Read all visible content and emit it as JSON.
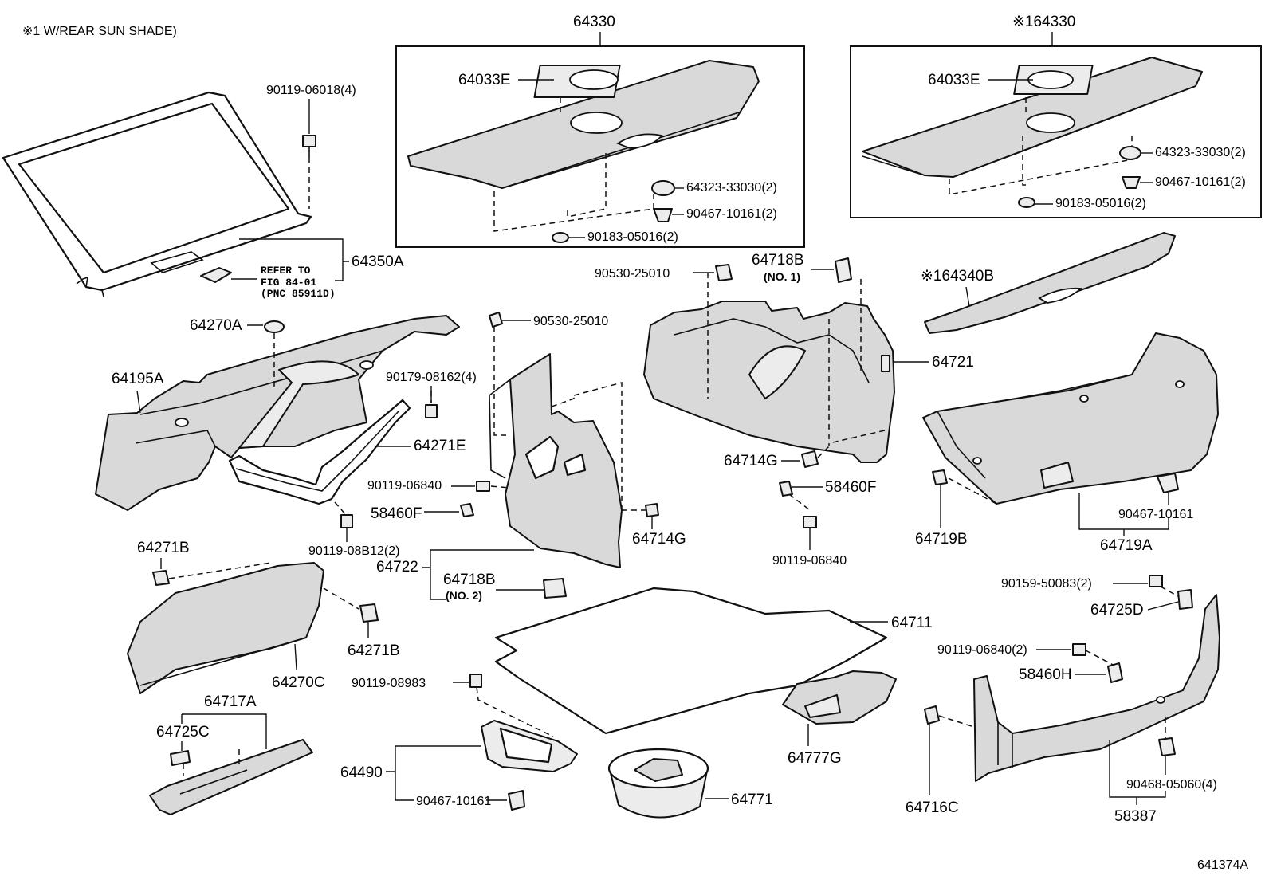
{
  "note": "※1 W/REAR SUN SHADE)",
  "figure_id": "641374A",
  "refer": {
    "line1": "REFER TO",
    "line2": "FIG 84-01",
    "line3": "(PNC 85911D)"
  },
  "labels": {
    "p64330": "64330",
    "p164330": "※164330",
    "p64033E_a": "64033E",
    "p64033E_b": "64033E",
    "p64323_a": "64323-33030(2)",
    "p64323_b": "64323-33030(2)",
    "p90467_10161_a": "90467-10161(2)",
    "p90467_10161_b": "90467-10161(2)",
    "p90183_a": "90183-05016(2)",
    "p90183_b": "90183-05016(2)",
    "p90119_06018": "90119-06018(4)",
    "p64350A": "64350A",
    "p64270A": "64270A",
    "p64195A": "64195A",
    "p90530_a": "90530-25010",
    "p90530_b": "90530-25010",
    "p90179": "90179-08162(4)",
    "p64271E": "64271E",
    "p90119_06840_a": "90119-06840",
    "p58460F_a": "58460F",
    "p90119_08B12": "90119-08B12(2)",
    "p64722": "64722",
    "p64718B_2": "64718B",
    "p64718B_2_no": "(NO. 2)",
    "p64714G_a": "64714G",
    "p64718B_1": "64718B",
    "p64718B_1_no": "(NO. 1)",
    "p64721": "64721",
    "p64714G_b": "64714G",
    "p58460F_b": "58460F",
    "p90119_06840_b": "90119-06840",
    "p164340B": "※164340B",
    "p64719B": "64719B",
    "p90467_10161_c": "90467-10161",
    "p64719A": "64719A",
    "p64271B_a": "64271B",
    "p64271B_b": "64271B",
    "p64270C": "64270C",
    "p64717A": "64717A",
    "p64725C": "64725C",
    "p90119_08983": "90119-08983",
    "p64711": "64711",
    "p64490": "64490",
    "p90467_10161_d": "90467-10161",
    "p64771": "64771",
    "p64777G": "64777G",
    "p90159": "90159-50083(2)",
    "p64725D": "64725D",
    "p90119_06840_c": "90119-06840(2)",
    "p58460H": "58460H",
    "p64716C": "64716C",
    "p90468": "90468-05060(4)",
    "p58387": "58387"
  }
}
